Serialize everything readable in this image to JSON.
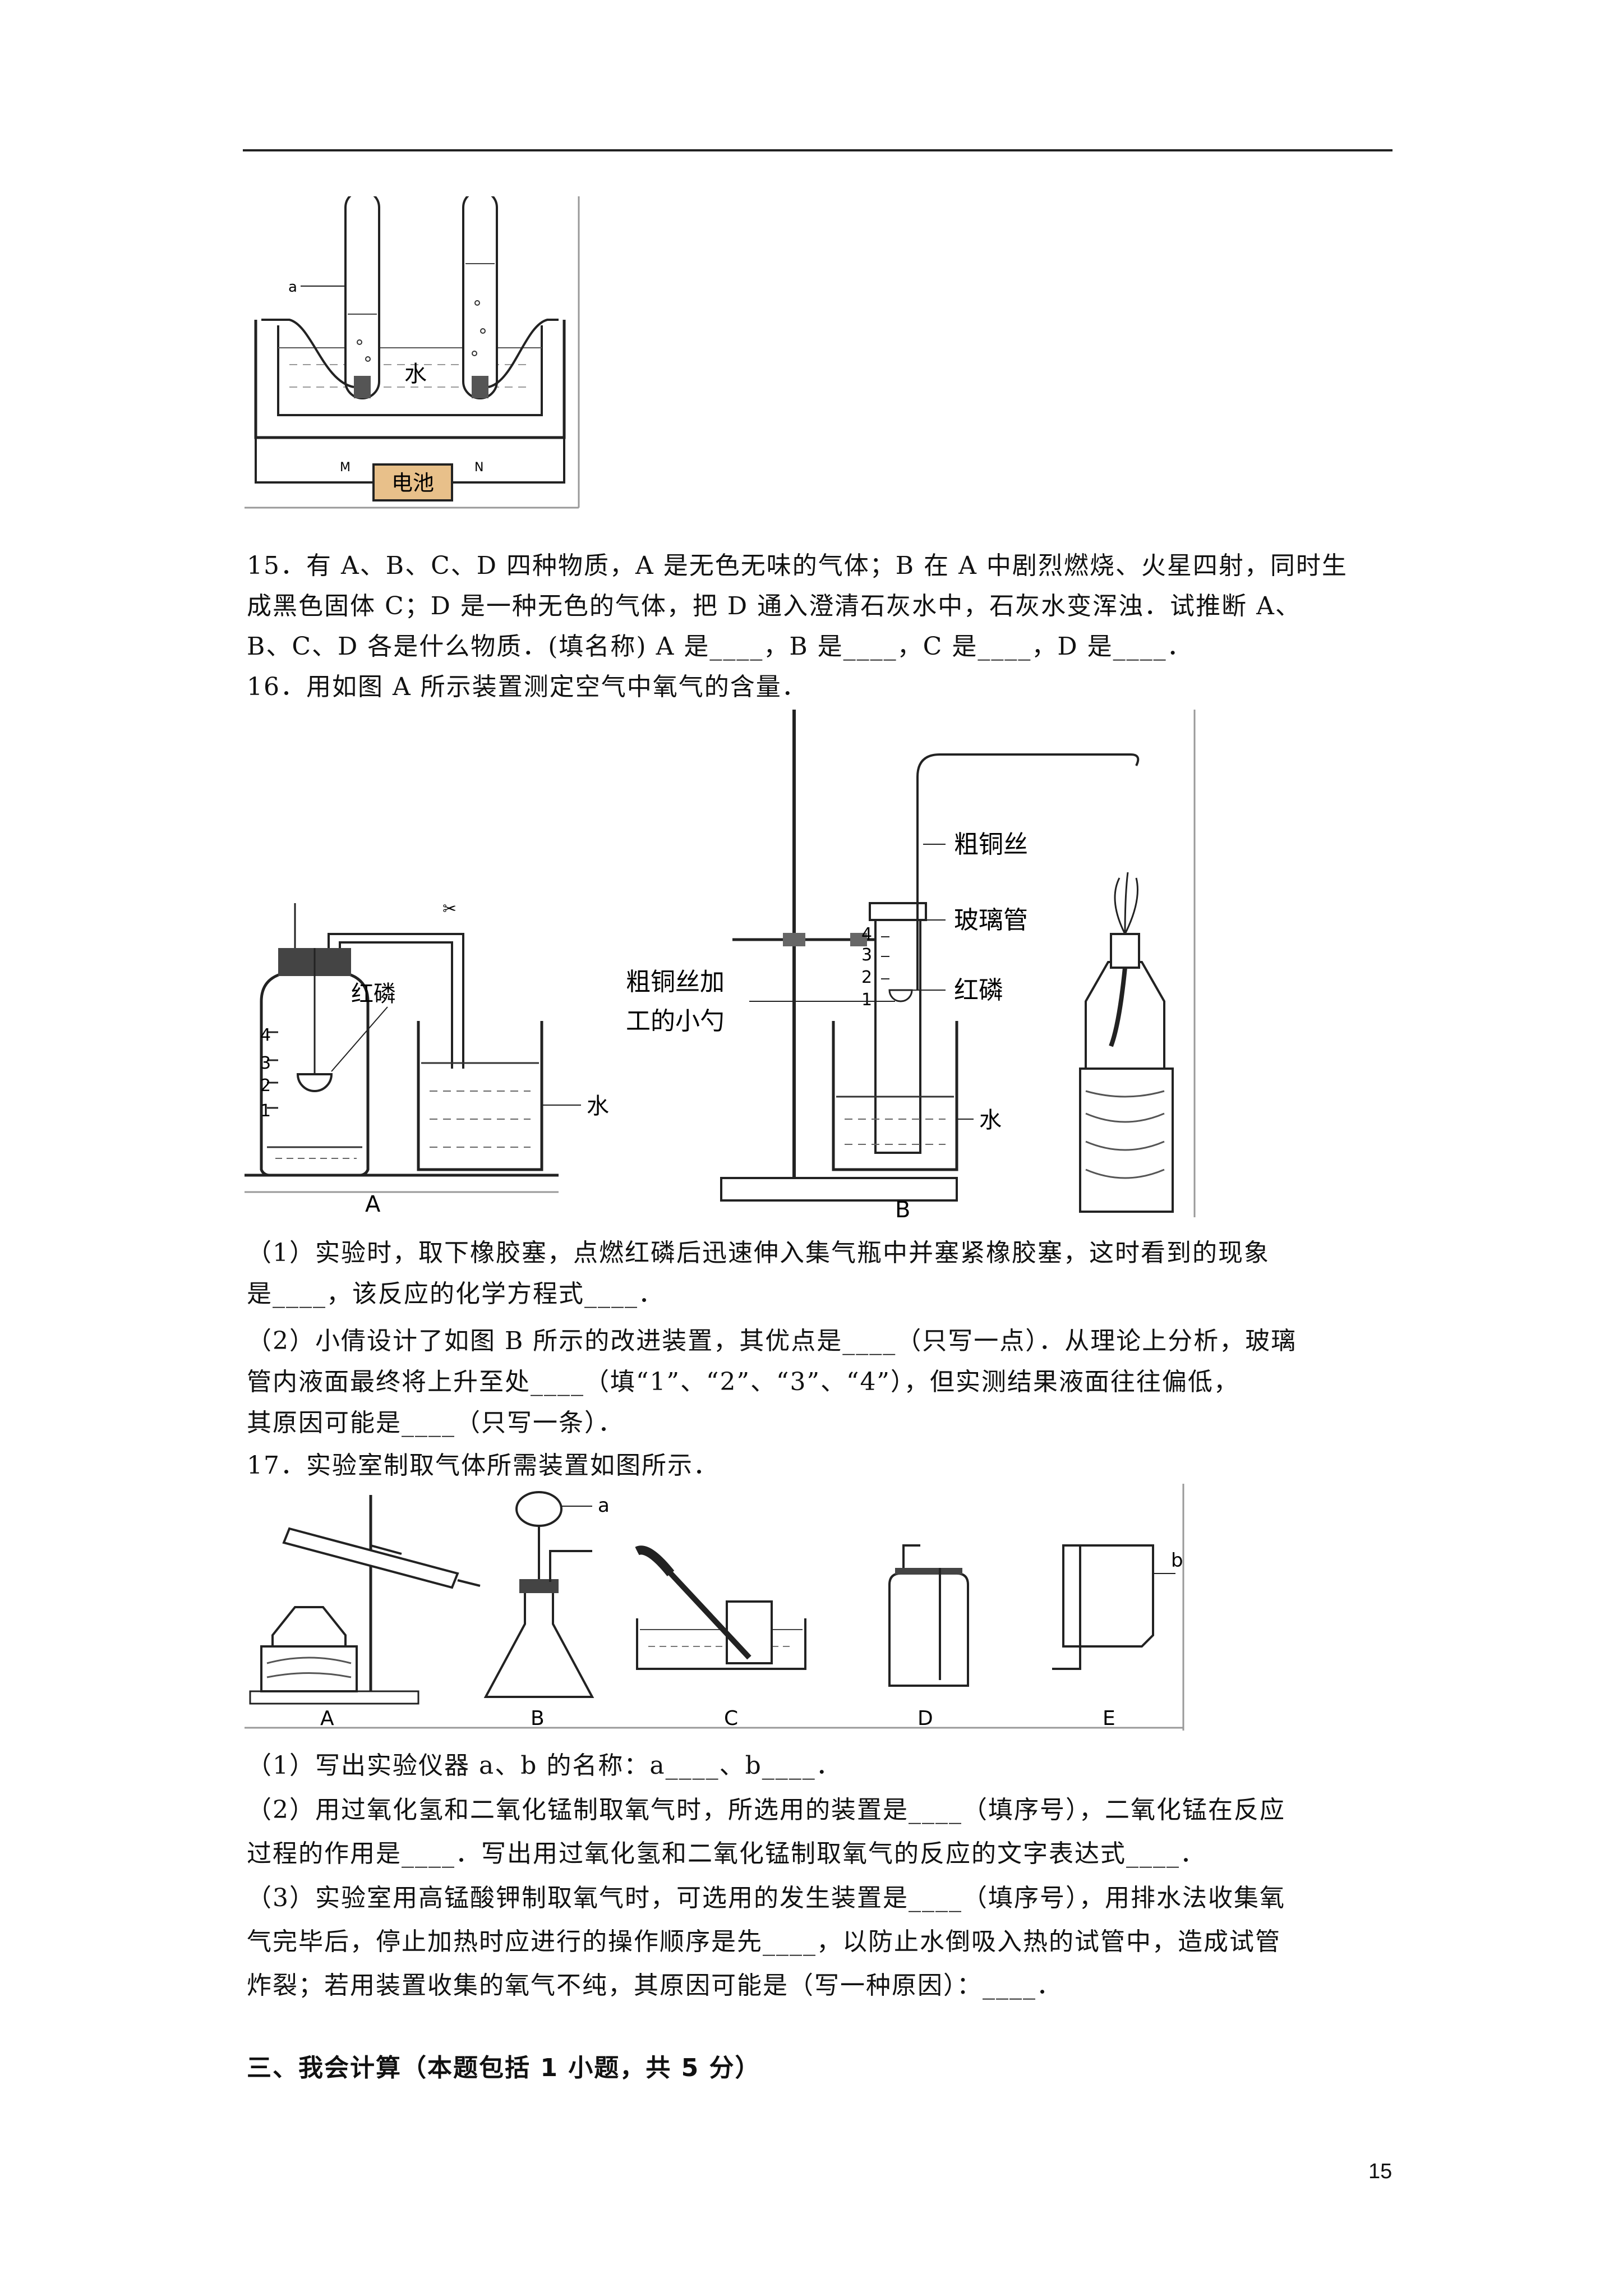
{
  "fig14": {
    "label_a": "a",
    "water": "水",
    "battery": "电池",
    "label_m": "M",
    "label_n": "N"
  },
  "q15": {
    "line1": "15．有 A、B、C、D 四种物质，A 是无色无味的气体；B 在 A 中剧烈燃烧、火星四射，同时生",
    "line2": "成黑色固体 C；D 是一种无色的气体，把 D 通入澄清石灰水中，石灰水变浑浊．试推断 A、",
    "line3": "B、C、D 各是什么物质．(填名称) A 是____，B 是____，C 是____，D 是____．"
  },
  "q16": {
    "title": "16．用如图 A 所示装置测定空气中氧气的含量．",
    "fig": {
      "red_p": "红磷",
      "water": "水",
      "label_a": "A",
      "label_b": "B",
      "copper_wire": "粗铜丝",
      "glass_tube": "玻璃管",
      "spoon_line1": "粗铜丝加",
      "spoon_line2": "工的小勺",
      "red_p_b": "红磷",
      "water_b": "水",
      "marks": [
        "4",
        "3",
        "2",
        "1"
      ]
    },
    "p1_line1": "（1）实验时，取下橡胶塞，点燃红磷后迅速伸入集气瓶中并塞紧橡胶塞，这时看到的现象",
    "p1_line2": "是____，该反应的化学方程式____．",
    "p2_line1": "（2）小倩设计了如图 B 所示的改进装置，其优点是____（只写一点）．从理论上分析，玻璃",
    "p2_line2": "管内液面最终将上升至处____（填“1”、“2”、“3”、“4”），但实测结果液面往往偏低，",
    "p2_line3": "其原因可能是____（只写一条）．"
  },
  "q17": {
    "title": "17．实验室制取气体所需装置如图所示．",
    "fig": {
      "labels": [
        "A",
        "B",
        "C",
        "D",
        "E"
      ],
      "label_a": "a",
      "label_b": "b"
    },
    "p1": "（1）写出实验仪器 a、b 的名称：a____、b____．",
    "p2_line1": "（2）用过氧化氢和二氧化锰制取氧气时，所选用的装置是____（填序号），二氧化锰在反应",
    "p2_line2": "过程的作用是____．写出用过氧化氢和二氧化锰制取氧气的反应的文字表达式____．",
    "p3_line1": "（3）实验室用高锰酸钾制取氧气时，可选用的发生装置是____（填序号），用排水法收集氧",
    "p3_line2": "气完毕后，停止加热时应进行的操作顺序是先____，以防止水倒吸入热的试管中，造成试管",
    "p3_line3": "炸裂；若用装置收集的氧气不纯，其原因可能是（写一种原因）：____．"
  },
  "section3": {
    "heading": "三、我会计算（本题包括 1 小题，共 5 分）"
  },
  "page_number": "15"
}
